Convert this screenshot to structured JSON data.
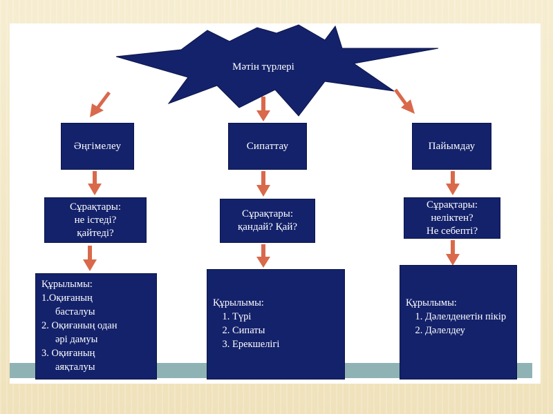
{
  "root": {
    "label": "Мәтін түрлері"
  },
  "columns": [
    {
      "title": "Әңгімелеу",
      "questions": [
        "Сұрақтары:",
        "не істеді?",
        "қайтеді?"
      ],
      "structure": {
        "heading": "Құрылымы:",
        "lines": [
          "1.Оқиғаның",
          "басталуы",
          "2. Оқиғаның одан",
          "әрі дамуы",
          "3. Оқиғаның",
          "аяқталуы"
        ]
      }
    },
    {
      "title": "Сипаттау",
      "questions": [
        "Сұрақтары:",
        "қандай? Қай?"
      ],
      "structure": {
        "heading": "Құрылымы:",
        "items": [
          "Түрі",
          "Сипаты",
          "Ерекшелігі"
        ]
      }
    },
    {
      "title": "Пайымдау",
      "questions": [
        "Сұрақтары:",
        "неліктен?",
        "Не себепті?"
      ],
      "structure": {
        "heading": "Құрылымы:",
        "items": [
          "Дәлелденетін пікір",
          "Дәлелдеу"
        ]
      }
    }
  ],
  "colors": {
    "box": "#14226b",
    "arrow": "#d9694b",
    "accent_bar": "#8fb3b5"
  }
}
